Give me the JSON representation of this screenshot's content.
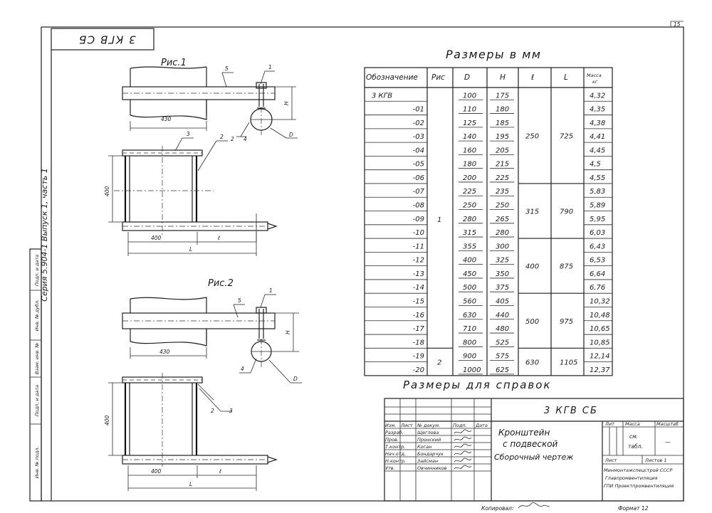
{
  "sheet": {
    "page_number": "15",
    "stamp_code": "3 КГВ СБ",
    "series_text": "Серия 5.904-1   Выпуск 1, часть 1",
    "side_stamp": [
      "Инв. № подл.",
      "Подп. и дата",
      "Взам. инв. №",
      "Инв. № дубл.",
      "Подп. и дата"
    ],
    "copied_label": "Копировал:",
    "format_label": "Формат 12"
  },
  "figures": {
    "fig1": {
      "title": "Рис.1",
      "labels": {
        "d430": "430",
        "h": "H",
        "d400v": "400",
        "d400h": "400",
        "l_small": "ℓ",
        "l_big": "L",
        "d": "D",
        "c1": "1",
        "c2": "2",
        "c3": "3",
        "c4": "4",
        "c5": "5"
      }
    },
    "fig2": {
      "title": "Рис.2",
      "labels": {
        "d430": "430",
        "h": "H",
        "d400v": "400",
        "d400h": "400",
        "l_small": "ℓ",
        "l_big": "L",
        "d": "D",
        "c1": "1",
        "c2": "2",
        "c3": "3",
        "c4": "4",
        "c5": "5"
      }
    }
  },
  "dims_table": {
    "title": "Размеры в мм",
    "headers": [
      "Обозначение",
      "Рис",
      "D",
      "H",
      "ℓ",
      "L",
      "Масса кг"
    ],
    "rows": [
      {
        "des": "3 КГВ",
        "d": "100",
        "h": "175",
        "m": "4,32"
      },
      {
        "des": "-01",
        "d": "110",
        "h": "180",
        "m": "4,35"
      },
      {
        "des": "-02",
        "d": "125",
        "h": "185",
        "m": "4,38"
      },
      {
        "des": "-03",
        "d": "140",
        "h": "195",
        "m": "4,41"
      },
      {
        "des": "-04",
        "d": "160",
        "h": "205",
        "m": "4,45"
      },
      {
        "des": "-05",
        "d": "180",
        "h": "215",
        "m": "4,5"
      },
      {
        "des": "-06",
        "d": "200",
        "h": "225",
        "m": "4,55"
      },
      {
        "des": "-07",
        "d": "225",
        "h": "235",
        "m": "5,83"
      },
      {
        "des": "-08",
        "d": "250",
        "h": "250",
        "m": "5,89"
      },
      {
        "des": "-09",
        "d": "280",
        "h": "265",
        "m": "5,95"
      },
      {
        "des": "-10",
        "d": "315",
        "h": "280",
        "m": "6,03"
      },
      {
        "des": "-11",
        "d": "355",
        "h": "300",
        "m": "6,43"
      },
      {
        "des": "-12",
        "d": "400",
        "h": "325",
        "m": "6,53"
      },
      {
        "des": "-13",
        "d": "450",
        "h": "350",
        "m": "6,64"
      },
      {
        "des": "-14",
        "d": "500",
        "h": "375",
        "m": "6,76"
      },
      {
        "des": "-15",
        "d": "560",
        "h": "405",
        "m": "10,32"
      },
      {
        "des": "-16",
        "d": "630",
        "h": "440",
        "m": "10,48"
      },
      {
        "des": "-17",
        "d": "710",
        "h": "480",
        "m": "10,65"
      },
      {
        "des": "-18",
        "d": "800",
        "h": "525",
        "m": "10,85"
      },
      {
        "des": "-19",
        "d": "900",
        "h": "575",
        "m": "12,14"
      },
      {
        "des": "-20",
        "d": "1000",
        "h": "625",
        "m": "12,37"
      }
    ],
    "fig_groups": [
      {
        "text": "1"
      },
      {
        "text": "2"
      }
    ],
    "lL_groups": [
      {
        "l": "250",
        "L": "725"
      },
      {
        "l": "315",
        "L": "790"
      },
      {
        "l": "400",
        "L": "875"
      },
      {
        "l": "500",
        "L": "975"
      },
      {
        "l": "630",
        "L": "1105"
      }
    ]
  },
  "reference_title": "Размеры для справок",
  "title_block": {
    "doc_code": "3 КГВ  СБ",
    "name_line1": "Кронштейн",
    "name_line2": "с подвеской",
    "name_line3": "Сборочный чертеж",
    "rev_header": [
      "Изм.",
      "Лист",
      "№ докум.",
      "Подп.",
      "Дата"
    ],
    "roles": [
      {
        "role": "Разраб.",
        "name": "Щеглова"
      },
      {
        "role": "Пров.",
        "name": "Пронский"
      },
      {
        "role": "Т.контр.",
        "name": "Коган"
      },
      {
        "role": "Нач.отд.",
        "name": "Бондарчук"
      },
      {
        "role": "Н.контр.",
        "name": "Зайсман"
      },
      {
        "role": "Утв.",
        "name": "Овчинников"
      }
    ],
    "lit_label": "Лит",
    "mass_label": "Масса",
    "scale_label": "Масштаб",
    "mass_value_1": "см.",
    "mass_value_2": "табл.",
    "scale_value": "—",
    "sheet_label": "Лист",
    "sheets_label": "Листов 1",
    "org_line1": "Минмонтажспецстрой СССР",
    "org_line2": "Главпромвентиляция",
    "org_line3": "ГПИ Проектпромвентиляция"
  }
}
